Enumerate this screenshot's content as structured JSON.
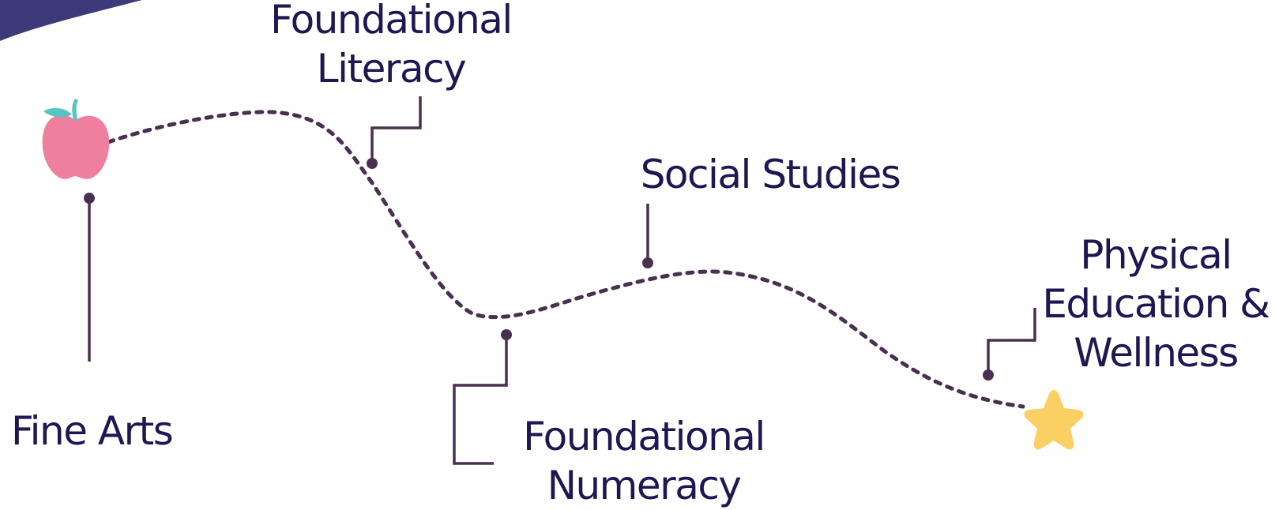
{
  "title": "",
  "path_color": "#4a3050",
  "text_color": "#1f1652",
  "corner_color": "#3d3a7a",
  "start_marker": {
    "icon": "apple-icon",
    "color": "#ee7f9e",
    "leaf_color": "#58c3c0"
  },
  "end_marker": {
    "icon": "star-icon",
    "color": "#fbd063"
  },
  "labels": {
    "fine_arts": {
      "line1": "Fine Arts"
    },
    "foundational_literacy": {
      "line1": "Foundational",
      "line2": "Literacy"
    },
    "foundational_numeracy": {
      "line1": "Foundational",
      "line2": "Numeracy"
    },
    "social_studies": {
      "line1": "Social Studies"
    },
    "physical_education": {
      "line1": "Physical",
      "line2": "Education &",
      "line3": "Wellness"
    }
  }
}
